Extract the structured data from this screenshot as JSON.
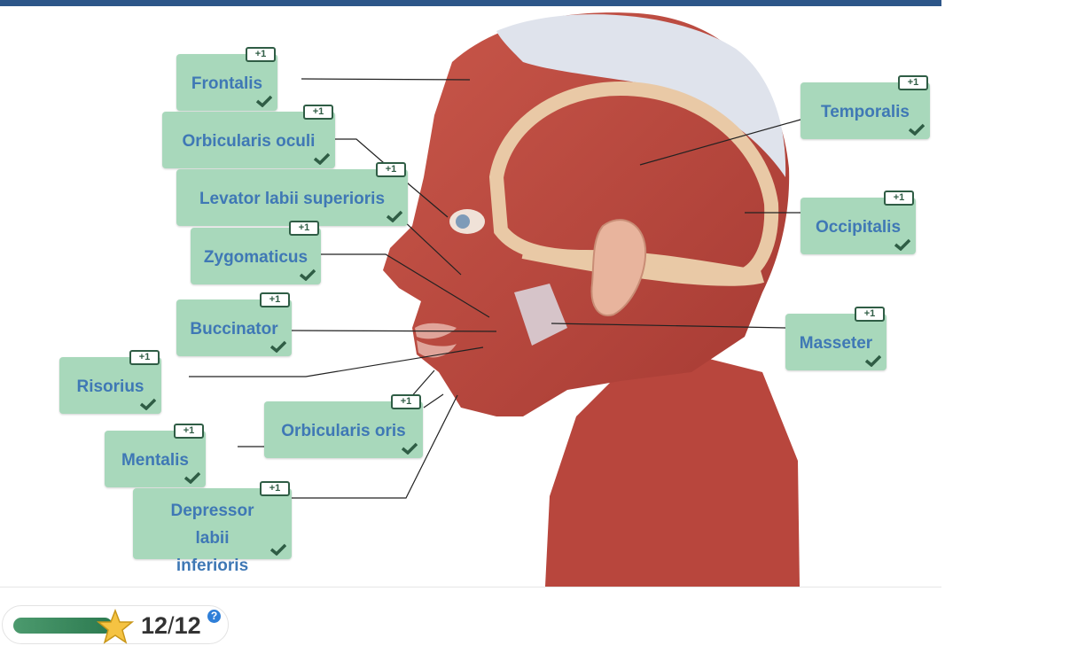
{
  "badge_text": "+1",
  "labels": [
    {
      "text": "Frontalis",
      "correct": true
    },
    {
      "text": "Orbicularis oculi",
      "correct": true
    },
    {
      "text": "Levator labii superioris",
      "correct": true
    },
    {
      "text": "Zygomaticus",
      "correct": true
    },
    {
      "text": "Buccinator",
      "correct": true
    },
    {
      "text": "Risorius",
      "correct": true
    },
    {
      "text": "Orbicularis oris",
      "correct": true
    },
    {
      "text": "Mentalis",
      "correct": true
    },
    {
      "text": "Depressor labii inferioris",
      "correct": true
    },
    {
      "text": "Temporalis",
      "correct": true
    },
    {
      "text": "Occipitalis",
      "correct": true
    },
    {
      "text": "Masseter",
      "correct": true
    }
  ],
  "score": {
    "current": "12",
    "separator": "/",
    "total": "12",
    "progress": 1.0,
    "help": "?"
  },
  "colors": {
    "label_bg": "#a8d8bb",
    "label_text": "#3f78b5",
    "check": "#2f5d45",
    "header": "#2d5689"
  }
}
